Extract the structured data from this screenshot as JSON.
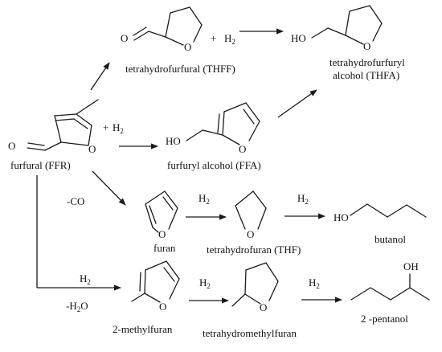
{
  "reagents": {
    "h2_symbol": "H",
    "h2_sub": "2",
    "plus": "+",
    "minus_co": "-CO",
    "minus_h2o_prefix": "-H",
    "minus_h2o_sub": "2",
    "minus_h2o_suffix": "O"
  },
  "atoms": {
    "oxygen": "O",
    "hydroxyl": "HO",
    "hydroxyl_right": "OH"
  },
  "compounds": {
    "ffr": "furfural (FFR)",
    "thff": "tetrahydrofurfural (THFF)",
    "thfa_line1": "tetrahydrofurfuryl",
    "thfa_line2": "alcohol (THFA)",
    "ffa": "furfuryl alcohol (FFA)",
    "furan": "furan",
    "thf": "tetrahydrofuran (THF)",
    "butanol": "butanol",
    "mf": "2-methylfuran",
    "thmf": "tetrahydromethylfuran",
    "pentanol": "2 -pentanol"
  }
}
